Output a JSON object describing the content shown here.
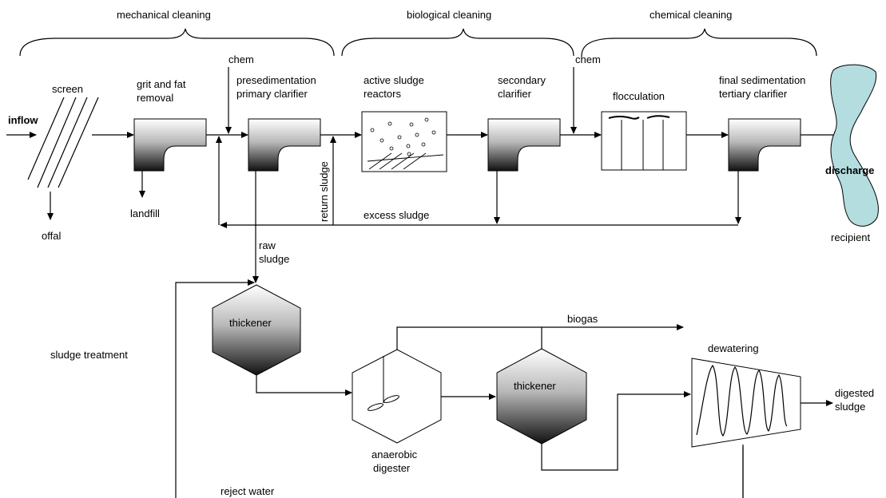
{
  "stages": {
    "mechanical": "mechanical cleaning",
    "biological": "biological cleaning",
    "chemical": "chemical cleaning"
  },
  "labels": {
    "inflow": "inflow",
    "screen": "screen",
    "offal": "offal",
    "grit_line1": "grit and fat",
    "grit_line2": "removal",
    "landfill": "landfill",
    "chem1": "chem",
    "chem2": "chem",
    "presed_line1": "presedimentation",
    "presed_line2": "primary clarifier",
    "active_line1": "active sludge",
    "active_line2": "reactors",
    "secondary_line1": "secondary",
    "secondary_line2": "clarifier",
    "flocculation": "flocculation",
    "final_line1": "final sedimentation",
    "final_line2": "tertiary clarifier",
    "discharge": "discharge",
    "recipient": "recipient",
    "return_sludge": "return sludge",
    "excess_sludge": "excess sludge",
    "raw_line1": "raw",
    "raw_line2": "sludge",
    "sludge_treatment": "sludge treatment",
    "thickener1": "thickener",
    "thickener2": "thickener",
    "biogas": "biogas",
    "dewatering": "dewatering",
    "anaerobic_line1": "anaerobic",
    "anaerobic_line2": "digester",
    "digested_line1": "digested",
    "digested_line2": "sludge",
    "reject_water": "reject water"
  },
  "colors": {
    "recipient_fill": "#b4dde0",
    "gradient_top": "#ffffff",
    "gradient_bottom": "#111111"
  }
}
